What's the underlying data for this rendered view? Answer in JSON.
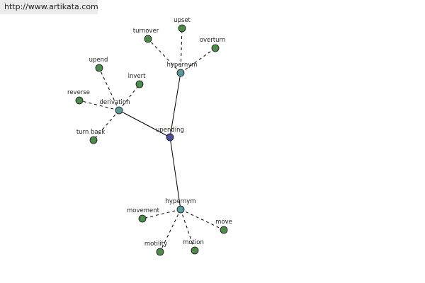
{
  "banner": {
    "url": "http://www.artikata.com"
  },
  "graph": {
    "colors": {
      "root": "#4a4f9a",
      "relation": "#5b9a96",
      "word": "#4e8a4a"
    },
    "nodes": [
      {
        "id": "upending",
        "label": "upending",
        "kind": "root"
      },
      {
        "id": "hypernym-top",
        "label": "hypernym",
        "kind": "relation"
      },
      {
        "id": "derivation",
        "label": "derivation",
        "kind": "relation"
      },
      {
        "id": "hypernym-bottom",
        "label": "hypernym",
        "kind": "relation"
      },
      {
        "id": "turnover",
        "label": "turnover",
        "kind": "word"
      },
      {
        "id": "upset",
        "label": "upset",
        "kind": "word"
      },
      {
        "id": "overturn",
        "label": "overturn",
        "kind": "word"
      },
      {
        "id": "upend",
        "label": "upend",
        "kind": "word"
      },
      {
        "id": "invert",
        "label": "invert",
        "kind": "word"
      },
      {
        "id": "reverse",
        "label": "reverse",
        "kind": "word"
      },
      {
        "id": "turn-back",
        "label": "turn back",
        "kind": "word"
      },
      {
        "id": "movement",
        "label": "movement",
        "kind": "word"
      },
      {
        "id": "move",
        "label": "move",
        "kind": "word"
      },
      {
        "id": "motility",
        "label": "motility",
        "kind": "word"
      },
      {
        "id": "motion",
        "label": "motion",
        "kind": "word"
      }
    ],
    "edges": [
      {
        "from": "upending",
        "to": "hypernym-top",
        "style": "solid"
      },
      {
        "from": "upending",
        "to": "derivation",
        "style": "solid"
      },
      {
        "from": "upending",
        "to": "hypernym-bottom",
        "style": "solid"
      },
      {
        "from": "hypernym-top",
        "to": "turnover",
        "style": "dashed"
      },
      {
        "from": "hypernym-top",
        "to": "upset",
        "style": "dashed"
      },
      {
        "from": "hypernym-top",
        "to": "overturn",
        "style": "dashed"
      },
      {
        "from": "derivation",
        "to": "upend",
        "style": "dashed"
      },
      {
        "from": "derivation",
        "to": "invert",
        "style": "dashed"
      },
      {
        "from": "derivation",
        "to": "reverse",
        "style": "dashed"
      },
      {
        "from": "derivation",
        "to": "turn-back",
        "style": "dashed"
      },
      {
        "from": "hypernym-bottom",
        "to": "movement",
        "style": "dashed"
      },
      {
        "from": "hypernym-bottom",
        "to": "move",
        "style": "dashed"
      },
      {
        "from": "hypernym-bottom",
        "to": "motility",
        "style": "dashed"
      },
      {
        "from": "hypernym-bottom",
        "to": "motion",
        "style": "dashed"
      }
    ]
  }
}
